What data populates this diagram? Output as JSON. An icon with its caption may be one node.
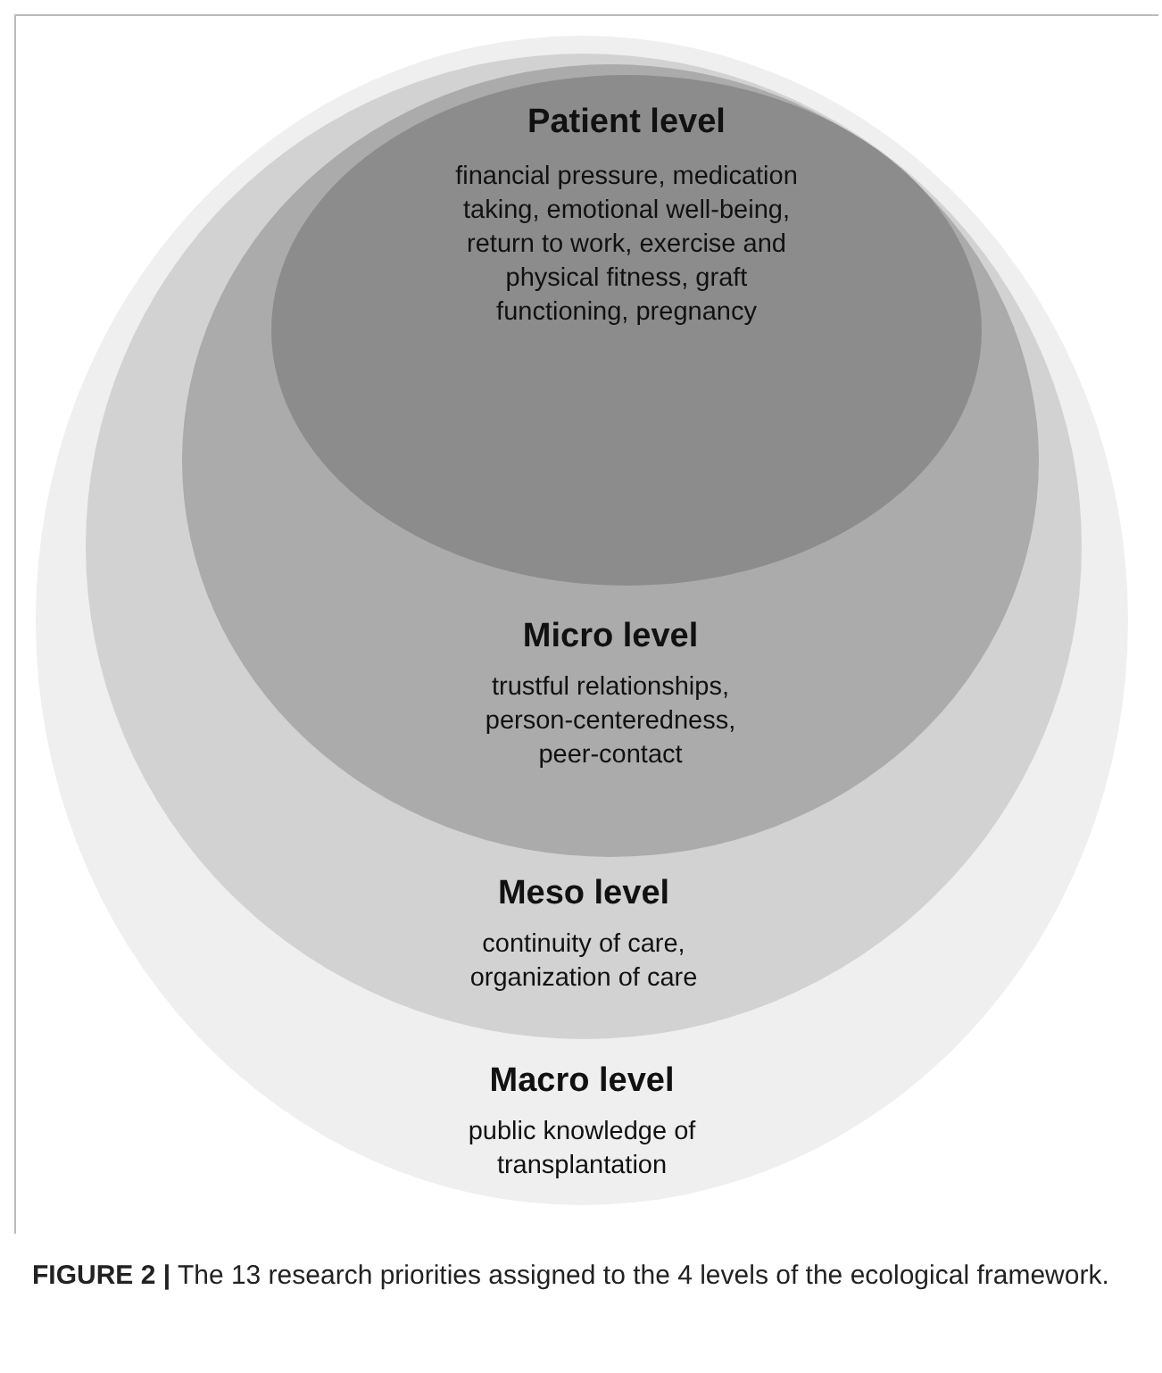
{
  "diagram": {
    "caption": "**FIGURE 2 |** The 13 research priorities assigned to the 4 levels of the ecological framework.",
    "nodes": [
      {
        "text": [
          "Macro level",
          "public knowledge of transplantation"
        ]
      },
      {
        "text": [
          "Meso level",
          "continuity of care, organization of care"
        ],
        "in": 0
      },
      {
        "text": [
          "Micro level",
          "trustful relationships, person-centeredness, peer-contact"
        ],
        "in": 1
      },
      {
        "text": [
          "Patient level",
          "financial pressure, medication taking, emotional well-being, return to work, exercise and physical fitness, graft functioning, pregnancy"
        ],
        "in": 2
      }
    ]
  }
}
